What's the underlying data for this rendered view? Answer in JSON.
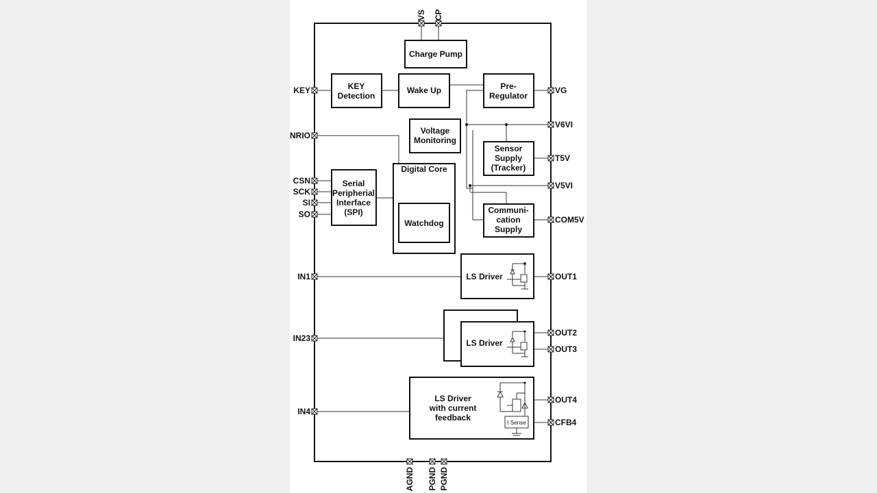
{
  "blocks": {
    "charge_pump": [
      "Charge Pump"
    ],
    "key_detection": [
      "KEY",
      "Detection"
    ],
    "wake_up": [
      "Wake Up"
    ],
    "pre_regulator": [
      "Pre-",
      "Regulator"
    ],
    "voltage_monitoring": [
      "Voltage",
      "Monitoring"
    ],
    "sensor_supply": [
      "Sensor",
      "Supply",
      "(Tracker)"
    ],
    "digital_core": [
      "Digital Core"
    ],
    "watchdog": [
      "Watchdog"
    ],
    "spi": [
      "Serial",
      "Peripherial",
      "Interface",
      "(SPI)"
    ],
    "comm_supply": [
      "Communi-",
      "cation",
      "Supply"
    ],
    "ls_driver1": [
      "LS Driver"
    ],
    "ls_driver23": [
      "LS Driver"
    ],
    "ls_driver4": [
      "LS Driver",
      "with current",
      "feedback"
    ],
    "i_sense": [
      "I Sense"
    ]
  },
  "pins": {
    "top": [
      "VS",
      "CP"
    ],
    "left": [
      "KEY",
      "NRIO",
      "CSN",
      "SCK",
      "SI",
      "SO",
      "IN1",
      "IN23",
      "IN4"
    ],
    "right": [
      "VG",
      "V6VI",
      "T5V",
      "V5VI",
      "COM5V",
      "OUT1",
      "OUT2",
      "OUT3",
      "OUT4",
      "CFB4"
    ],
    "bottom": [
      "AGND",
      "PGND",
      "PGND"
    ]
  },
  "colors": {
    "background": "#efefef",
    "paper": "#ffffff",
    "stroke": "#111111"
  }
}
